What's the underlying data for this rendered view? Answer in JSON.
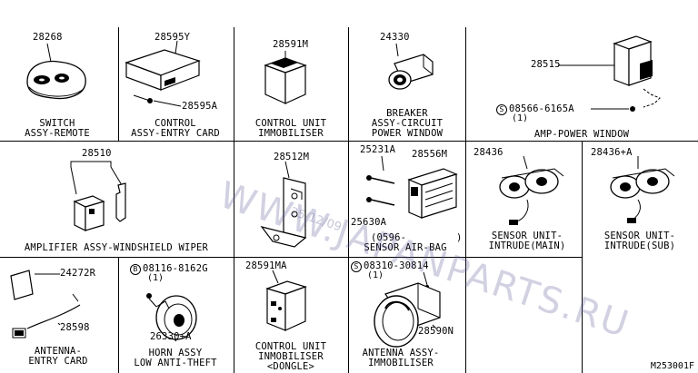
{
  "cells": {
    "switch_remote": {
      "part_no": "28268",
      "caption": [
        "SWITCH",
        "ASSY-REMOTE"
      ]
    },
    "control_entry": {
      "part_no": "28595Y",
      "sub_part_no": "28595A",
      "caption": [
        "CONTROL",
        "ASSY-ENTRY CARD"
      ]
    },
    "control_immob": {
      "part_no": "28591M",
      "caption": [
        "CONTROL UNIT",
        "IMMOBILISER"
      ]
    },
    "breaker": {
      "part_no": "24330",
      "caption": [
        "BREAKER",
        "ASSY-CIRCUIT",
        "POWER WINDOW"
      ]
    },
    "amp_power": {
      "part_no": "28515",
      "screw_symbol": "S",
      "screw_no": "08566-6165A",
      "screw_qty": "(1)",
      "caption": [
        "AMP-POWER WINDOW"
      ]
    },
    "amp_wiper": {
      "part_no": "28510",
      "caption": [
        "AMPLIFIER ASSY-WINDSHIELD WIPER"
      ]
    },
    "bracket": {
      "part_no": "28512M"
    },
    "sensor_airbag": {
      "part_no_1": "25231A",
      "part_no_2": "28556M",
      "part_no_3": "25630A",
      "note": "(0596-",
      "note_end": ")",
      "caption": [
        "SENSOR AIR-BAG"
      ]
    },
    "sensor_main": {
      "part_no": "28436",
      "caption": [
        "SENSOR UNIT-",
        "INTRUDE(MAIN)"
      ]
    },
    "sensor_sub": {
      "part_no": "28436+A",
      "caption": [
        "SENSOR UNIT-",
        "INTRUDE(SUB)"
      ]
    },
    "antenna_entry": {
      "part_no_1": "24272R",
      "part_no_2": "28598",
      "caption": [
        "ANTENNA-",
        "ENTRY CARD"
      ]
    },
    "horn": {
      "bolt_symbol": "B",
      "bolt_no": "08116-8162G",
      "bolt_qty": "(1)",
      "part_no": "26330+A",
      "caption": [
        "HORN ASSY",
        "LOW ANTI-THEFT"
      ]
    },
    "control_dongle": {
      "part_no": "28591MA",
      "caption": [
        "CONTROL UNIT",
        "INMOBILISER",
        "<DONGLE>"
      ]
    },
    "antenna_immob": {
      "screw_symbol": "S",
      "screw_no": "08310-30814",
      "screw_qty": "(1)",
      "part_no": "28590N",
      "caption": [
        "ANTENNA ASSY-",
        "IMMOBILISER"
      ]
    }
  },
  "diagram_code": "M253001F",
  "watermark": {
    "main": "WWW.JAPANPARTS.RU",
    "small": "25/12/09"
  }
}
